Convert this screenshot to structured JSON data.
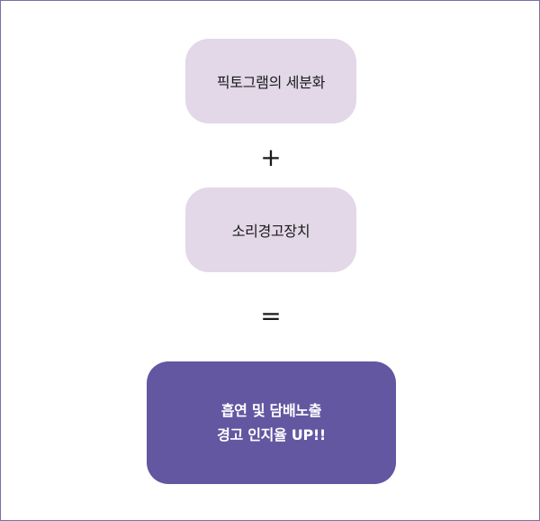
{
  "diagram": {
    "step1": "픽토그램의 세분화",
    "operator1": "+",
    "step2": "소리경고장치",
    "operator2": "=",
    "result": {
      "line1": "흡연 및 담배노출",
      "line2": "경고 인지율 UP!!"
    }
  },
  "colors": {
    "light_box": "#e2d8e8",
    "dark_box": "#6357a1",
    "border": "#7a6fa8"
  }
}
